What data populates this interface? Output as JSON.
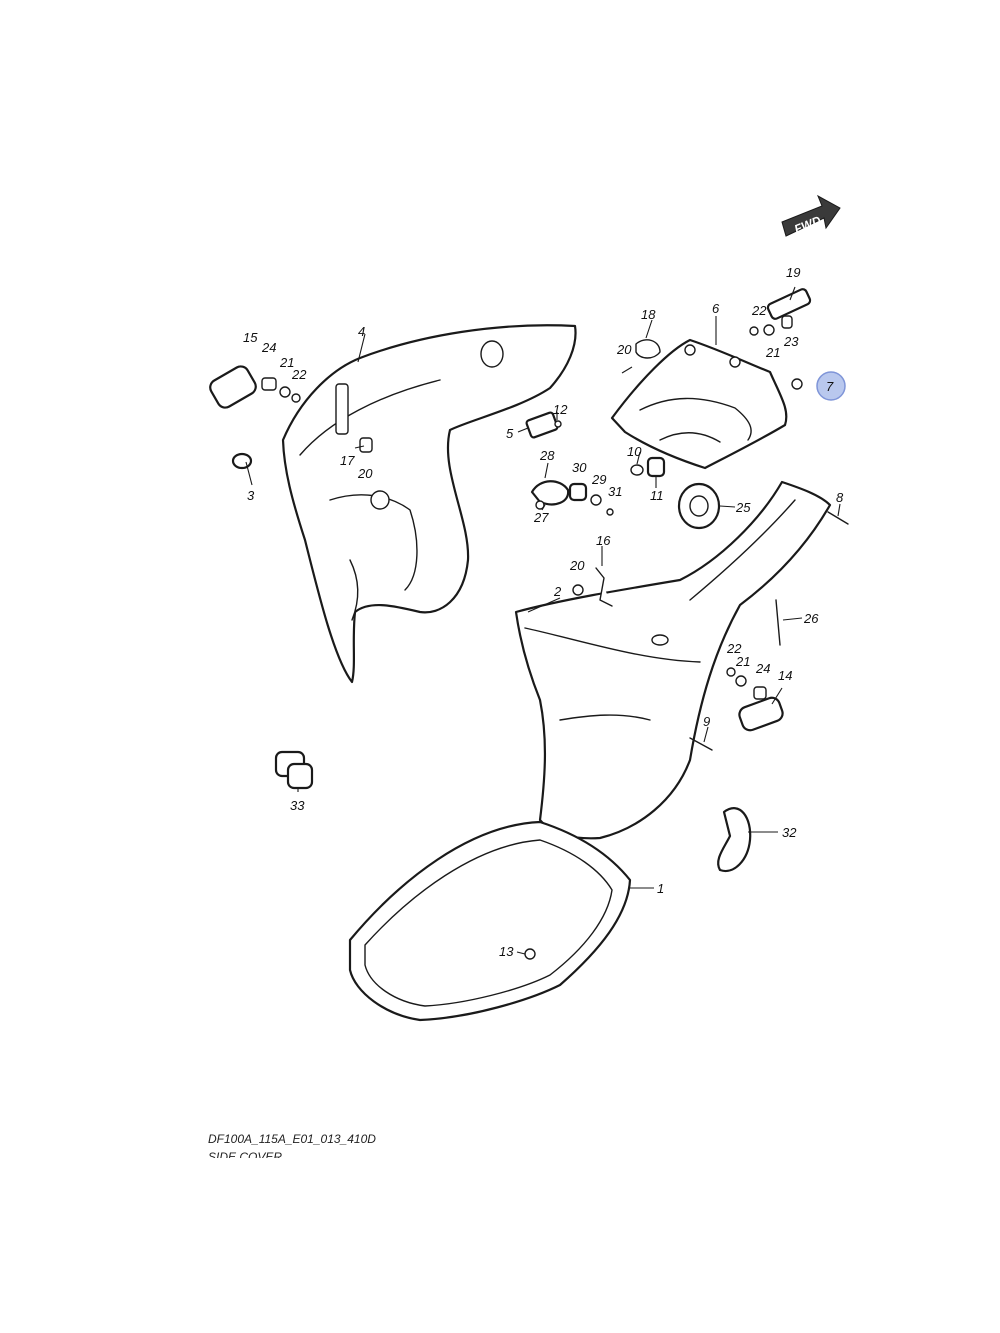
{
  "diagram": {
    "fwd_label": "FWD",
    "highlighted_callout": "7",
    "callouts": [
      {
        "id": "c1",
        "label": "1"
      },
      {
        "id": "c2",
        "label": "2"
      },
      {
        "id": "c3",
        "label": "3"
      },
      {
        "id": "c4",
        "label": "4"
      },
      {
        "id": "c5",
        "label": "5"
      },
      {
        "id": "c6",
        "label": "6"
      },
      {
        "id": "c7",
        "label": "7"
      },
      {
        "id": "c8",
        "label": "8"
      },
      {
        "id": "c9",
        "label": "9"
      },
      {
        "id": "c10",
        "label": "10"
      },
      {
        "id": "c11",
        "label": "11"
      },
      {
        "id": "c12",
        "label": "12"
      },
      {
        "id": "c13",
        "label": "13"
      },
      {
        "id": "c14",
        "label": "14"
      },
      {
        "id": "c15",
        "label": "15"
      },
      {
        "id": "c16",
        "label": "16"
      },
      {
        "id": "c17",
        "label": "17"
      },
      {
        "id": "c18",
        "label": "18"
      },
      {
        "id": "c19",
        "label": "19"
      },
      {
        "id": "c20a",
        "label": "20"
      },
      {
        "id": "c20b",
        "label": "20"
      },
      {
        "id": "c20c",
        "label": "20"
      },
      {
        "id": "c21a",
        "label": "21"
      },
      {
        "id": "c21b",
        "label": "21"
      },
      {
        "id": "c21c",
        "label": "21"
      },
      {
        "id": "c22a",
        "label": "22"
      },
      {
        "id": "c22b",
        "label": "22"
      },
      {
        "id": "c22c",
        "label": "22"
      },
      {
        "id": "c23",
        "label": "23"
      },
      {
        "id": "c24a",
        "label": "24"
      },
      {
        "id": "c24b",
        "label": "24"
      },
      {
        "id": "c25",
        "label": "25"
      },
      {
        "id": "c26",
        "label": "26"
      },
      {
        "id": "c27",
        "label": "27"
      },
      {
        "id": "c28",
        "label": "28"
      },
      {
        "id": "c29",
        "label": "29"
      },
      {
        "id": "c30",
        "label": "30"
      },
      {
        "id": "c31",
        "label": "31"
      },
      {
        "id": "c32",
        "label": "32"
      },
      {
        "id": "c33",
        "label": "33"
      }
    ]
  },
  "caption": {
    "code": "DF100A_115A_E01_013_410D",
    "title": "SIDE COVER"
  }
}
